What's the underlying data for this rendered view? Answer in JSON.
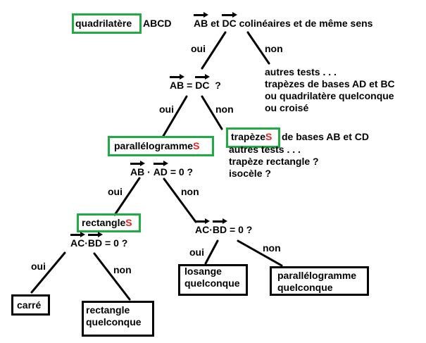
{
  "root": {
    "box_label": "quadrilatère",
    "name": "ABCD",
    "question": {
      "v1": "AB",
      "join": "et",
      "v2": "DC",
      "rest": "colinéaires et de même sens"
    }
  },
  "branch1": {
    "yes": "oui",
    "no": "non",
    "no_result": [
      "autres tests . . .",
      "trapèzes de bases  AD et BC",
      "ou quadrilatère quelconque",
      "ou croisé"
    ],
    "question": {
      "v1": "AB",
      "op": "=",
      "v2": "DC",
      "end": "?"
    }
  },
  "branch2": {
    "yes": "oui",
    "no": "non",
    "trapeze": {
      "label": "trapèze",
      "suffix": "S",
      "rest": "de bases  AB et CD"
    },
    "trapeze_notes": [
      "autres tests . . .",
      "trapèze rectangle ?",
      "isocèle ?"
    ]
  },
  "parallelogram": {
    "label": "parallélogramme",
    "suffix": "S",
    "question": {
      "v1": "AB",
      "op": "·",
      "v2": "AD",
      "end": "= 0 ?"
    },
    "yes": "oui",
    "no": "non"
  },
  "rectangle": {
    "label": "rectangle",
    "suffix": "S",
    "question": {
      "v1": "AC",
      "op": "·",
      "v2": "BD",
      "end": "= 0 ?"
    },
    "yes": "oui",
    "no": "non"
  },
  "nonrect": {
    "question": {
      "v1": "AC",
      "op": "·",
      "v2": "BD",
      "end": "= 0 ?"
    },
    "yes": "oui",
    "no": "non"
  },
  "leaves": {
    "carre": "carré",
    "rectangle_quelconque": [
      "rectangle",
      "quelconque"
    ],
    "losange_quelconque": [
      "losange",
      "quelconque"
    ],
    "parallelogramme_quelconque": [
      "parallélogramme",
      "quelconque"
    ]
  },
  "colors": {
    "green_box": "#22aa44",
    "accent_s": "#ee2222",
    "text": "#000000"
  }
}
